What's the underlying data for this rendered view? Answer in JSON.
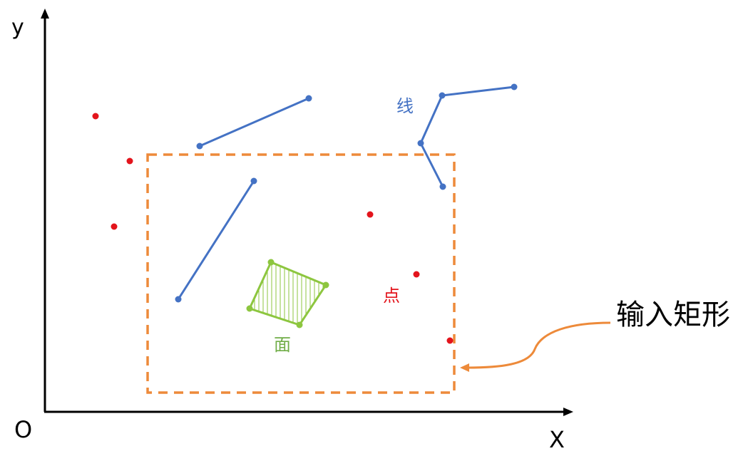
{
  "axes": {
    "x_label": "X",
    "y_label": "y",
    "origin_label": "O"
  },
  "labels": {
    "line": "线",
    "point": "点",
    "polygon": "面",
    "input_rect": "输入矩形"
  },
  "colors": {
    "axis": "#000000",
    "line": "#4472c4",
    "point": "#e3141c",
    "polygon": "#8dc63f",
    "polygon_label": "#70ad47",
    "rect": "#ed8a3a",
    "annotation_text": "#000000"
  }
}
